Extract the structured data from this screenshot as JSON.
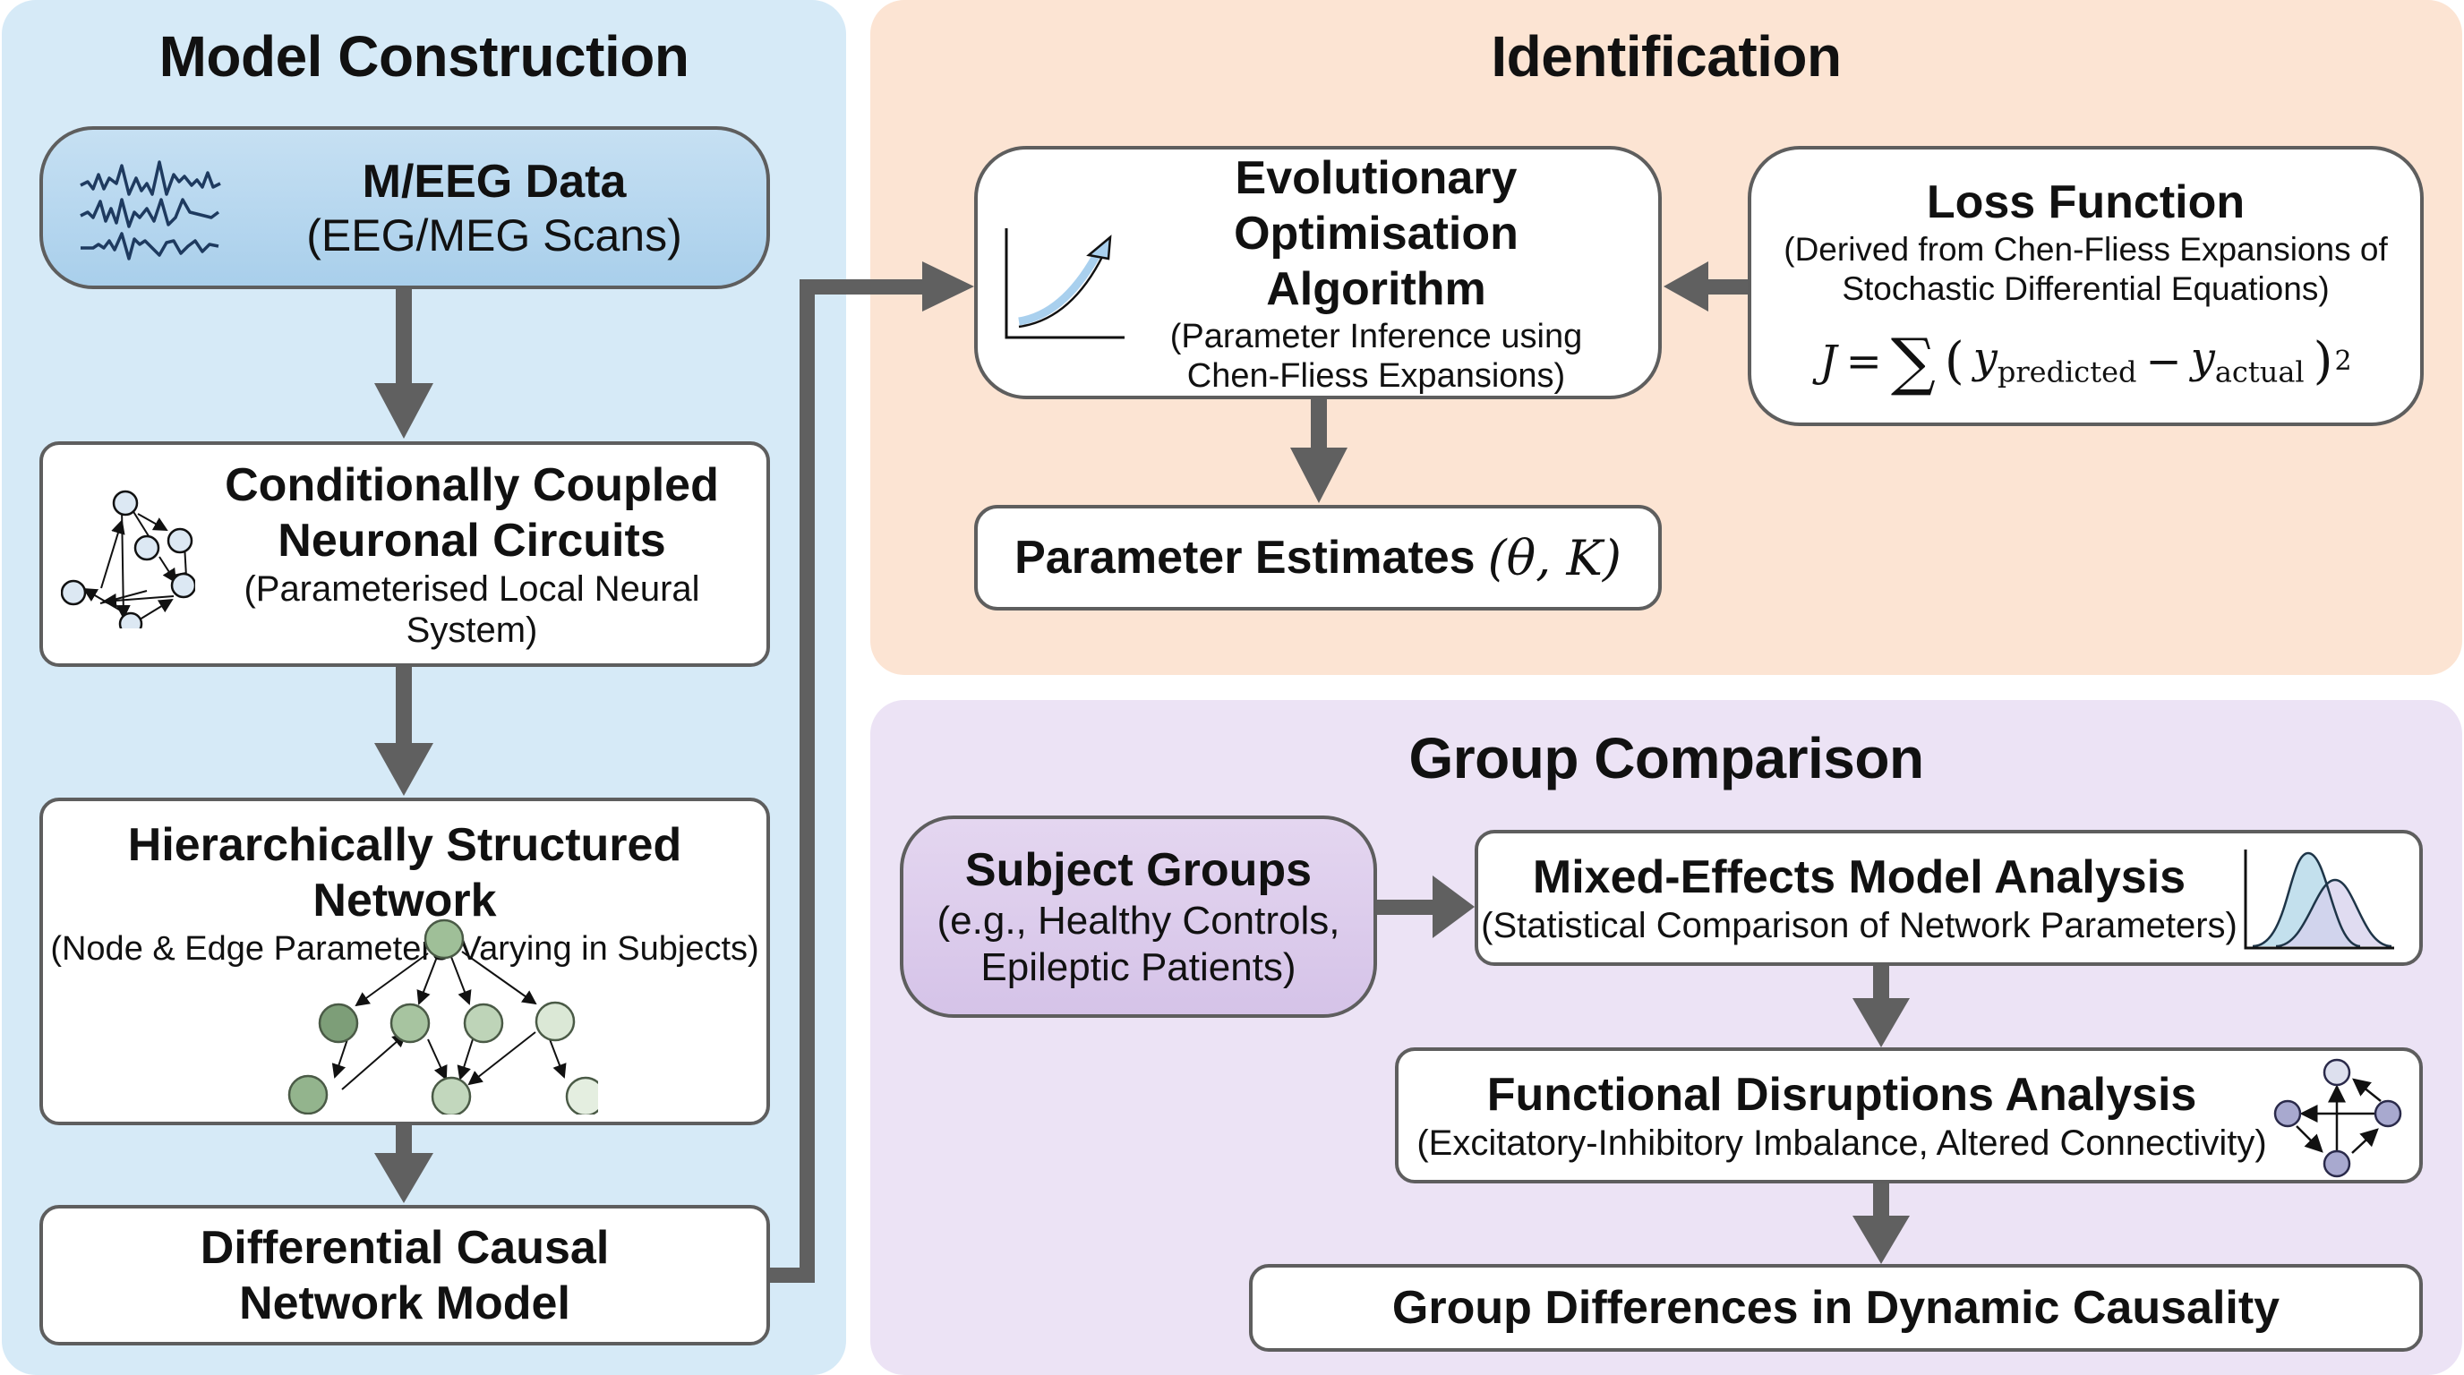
{
  "panels": {
    "model_construction": {
      "title": "Model Construction",
      "color": "#d6eaf7",
      "boxes": {
        "meeg": {
          "title": "M/EEG Data",
          "subtitle": "(EEG/MEG Scans)",
          "icon": "eeg-waveform-icon"
        },
        "circuits": {
          "title_l1": "Conditionally Coupled",
          "title_l2": "Neuronal Circuits",
          "subtitle_l1": "(Parameterised Local Neural",
          "subtitle_l2": "System)",
          "icon": "neural-circuit-graph-icon"
        },
        "hierarchical": {
          "title": "Hierarchically Structured Network",
          "subtitle": "(Node & Edge Parameters Varying in Subjects)",
          "icon": "hierarchical-tree-graph-icon"
        },
        "dcn": {
          "title_l1": "Differential Causal",
          "title_l2": "Network Model"
        }
      }
    },
    "identification": {
      "title": "Identification",
      "color": "#fce4d3",
      "boxes": {
        "evo": {
          "title_l1": "Evolutionary Optimisation",
          "title_l2": "Algorithm",
          "subtitle_l1": "(Parameter Inference using",
          "subtitle_l2": "Chen-Fliess Expansions)",
          "icon": "rising-curve-chart-icon"
        },
        "loss": {
          "title": "Loss Function",
          "subtitle_l1": "(Derived from Chen-Fliess Expansions of",
          "subtitle_l2": "Stochastic Differential Equations)",
          "formula": {
            "lhs": "J",
            "eq": "=",
            "sum": "∑",
            "open": "(",
            "y1": "y",
            "sub1": "predicted",
            "minus": "−",
            "y2": "y",
            "sub2": "actual",
            "close": ")",
            "exp": "2"
          }
        },
        "params": {
          "title": "Parameter Estimates",
          "math": "(θ, K)"
        }
      }
    },
    "group_comparison": {
      "title": "Group Comparison",
      "color": "#ece3f5",
      "boxes": {
        "subjects": {
          "title": "Subject Groups",
          "subtitle_l1": "(e.g., Healthy Controls,",
          "subtitle_l2": "Epileptic Patients)"
        },
        "mixed": {
          "title": "Mixed-Effects Model Analysis",
          "subtitle": "(Statistical Comparison of Network Parameters)",
          "icon": "overlapping-distributions-icon"
        },
        "functional": {
          "title": "Functional Disruptions Analysis",
          "subtitle": "(Excitatory-Inhibitory Imbalance, Altered Connectivity)",
          "icon": "connectivity-graph-icon"
        },
        "differences": {
          "title": "Group Differences in Dynamic Causality"
        }
      }
    }
  },
  "colors": {
    "arrow": "#606060",
    "box_border": "#5e5e5e",
    "node_green_dark": "#8fb08a",
    "node_green_light": "#e3eedd",
    "node_blue": "#dce8f3",
    "node_purple": "#a8a9cf"
  }
}
